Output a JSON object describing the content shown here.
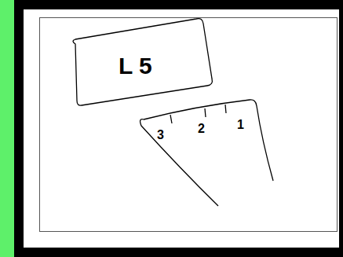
{
  "diagram": {
    "nodes": [
      {
        "text": [
          "L 5"
        ]
      }
    ],
    "labels": [
      "3",
      "2",
      "1"
    ]
  }
}
